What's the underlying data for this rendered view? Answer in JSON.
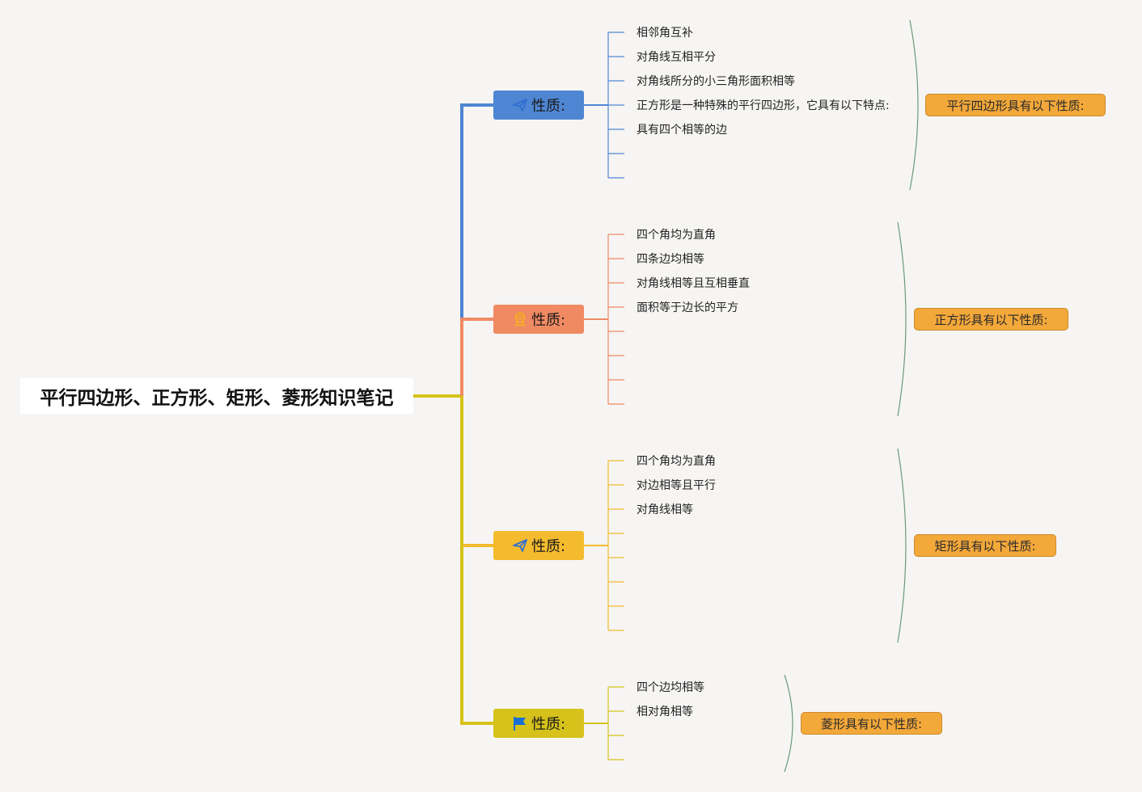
{
  "root": {
    "title": "平行四边形、正方形、矩形、菱形知识笔记"
  },
  "colors": {
    "blue": "#4f86d3",
    "salmon": "#f08a63",
    "yellow": "#f4bb2e",
    "olive": "#d6c21a",
    "summary_fill": "#f3a83a",
    "bracket": "#6a9a7c"
  },
  "branches": [
    {
      "label": "性质:",
      "icon": "paper-plane-icon",
      "color": "#4f86d3",
      "leaves": [
        "相邻角互补",
        "对角线互相平分",
        "对角线所分的小三角形面积相等",
        "正方形是一种特殊的平行四边形，它具有以下特点:",
        "具有四个相等的边",
        "",
        ""
      ],
      "summary": "平行四边形具有以下性质:"
    },
    {
      "label": "性质:",
      "icon": "award-badge-icon",
      "color": "#f08a63",
      "leaves": [
        "四个角均为直角",
        "四条边均相等",
        "对角线相等且互相垂直",
        "面积等于边长的平方",
        "",
        "",
        "",
        ""
      ],
      "summary": "正方形具有以下性质:"
    },
    {
      "label": "性质:",
      "icon": "paper-plane-icon",
      "color": "#f4bb2e",
      "leaves": [
        "四个角均为直角",
        "对边相等且平行",
        "对角线相等",
        "",
        "",
        "",
        "",
        ""
      ],
      "summary": "矩形具有以下性质:"
    },
    {
      "label": "性质:",
      "icon": "flag-icon",
      "color": "#d6c21a",
      "leaves": [
        "四个边均相等",
        "相对角相等",
        "",
        ""
      ],
      "summary": "菱形具有以下性质:"
    }
  ]
}
